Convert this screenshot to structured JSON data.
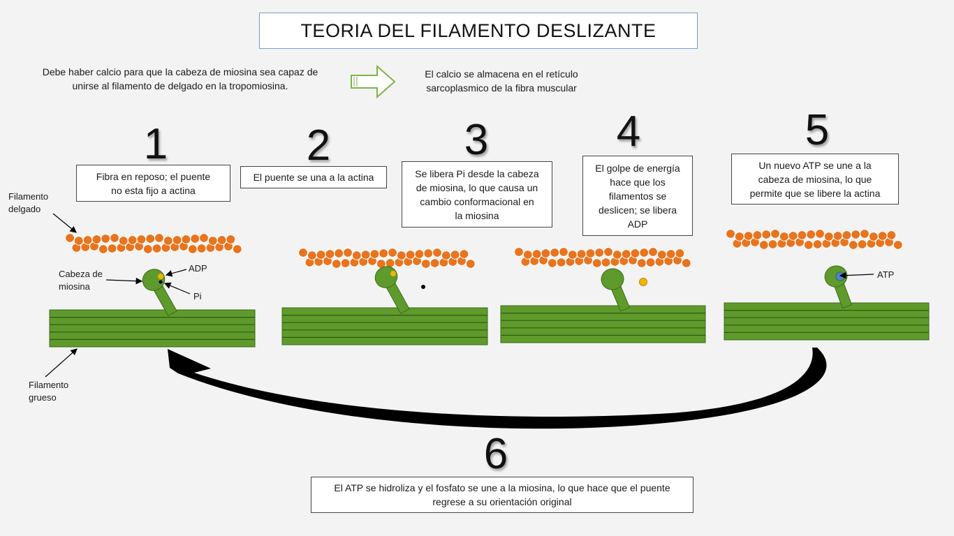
{
  "title": "TEORIA DEL FILAMENTO DESLIZANTE",
  "intro": {
    "left_line1": "Debe haber calcio para que la cabeza de miosina sea capaz de",
    "left_line2": "unirse al filamento de delgado en la tropomiosina.",
    "right_line1": "El calcio se almacena en el retículo",
    "right_line2": "sarcoplasmico de la fibra muscular"
  },
  "steps": [
    {
      "number": "1",
      "caption_lines": [
        "Fibra en reposo; el puente",
        "no esta fijo a actina"
      ]
    },
    {
      "number": "2",
      "caption_lines": [
        "El puente se una a la actina"
      ]
    },
    {
      "number": "3",
      "caption_lines": [
        "Se libera Pi desde la cabeza",
        "de miosina, lo que causa un",
        "cambio conformacional en",
        "la miosina"
      ]
    },
    {
      "number": "4",
      "caption_lines": [
        "El golpe de energía",
        "hace que los",
        "filamentos se",
        "deslicen; se libera",
        "ADP"
      ]
    },
    {
      "number": "5",
      "caption_lines": [
        "Un nuevo ATP se une a la",
        "cabeza de miosina, lo que",
        "permite que se libere la actina"
      ]
    },
    {
      "number": "6",
      "caption_lines": [
        "El ATP se hidroliza y el fosfato se une a la miosina, lo que hace que el puente",
        "regrese a su orientación original"
      ]
    }
  ],
  "labels": {
    "thin_filament_1": "Filamento",
    "thin_filament_2": "delgado",
    "myosin_head_1": "Cabeza de",
    "myosin_head_2": "miosina",
    "adp": "ADP",
    "pi": "Pi",
    "atp": "ATP",
    "thick_filament_1": "Filamento",
    "thick_filament_2": "grueso"
  },
  "colors": {
    "actin": "#e8741e",
    "myosin": "#5f9a2c",
    "myosin_dark": "#3d6b18",
    "adp": "#f0b400",
    "atp": "#4f86c6",
    "arrow": "#000000"
  }
}
